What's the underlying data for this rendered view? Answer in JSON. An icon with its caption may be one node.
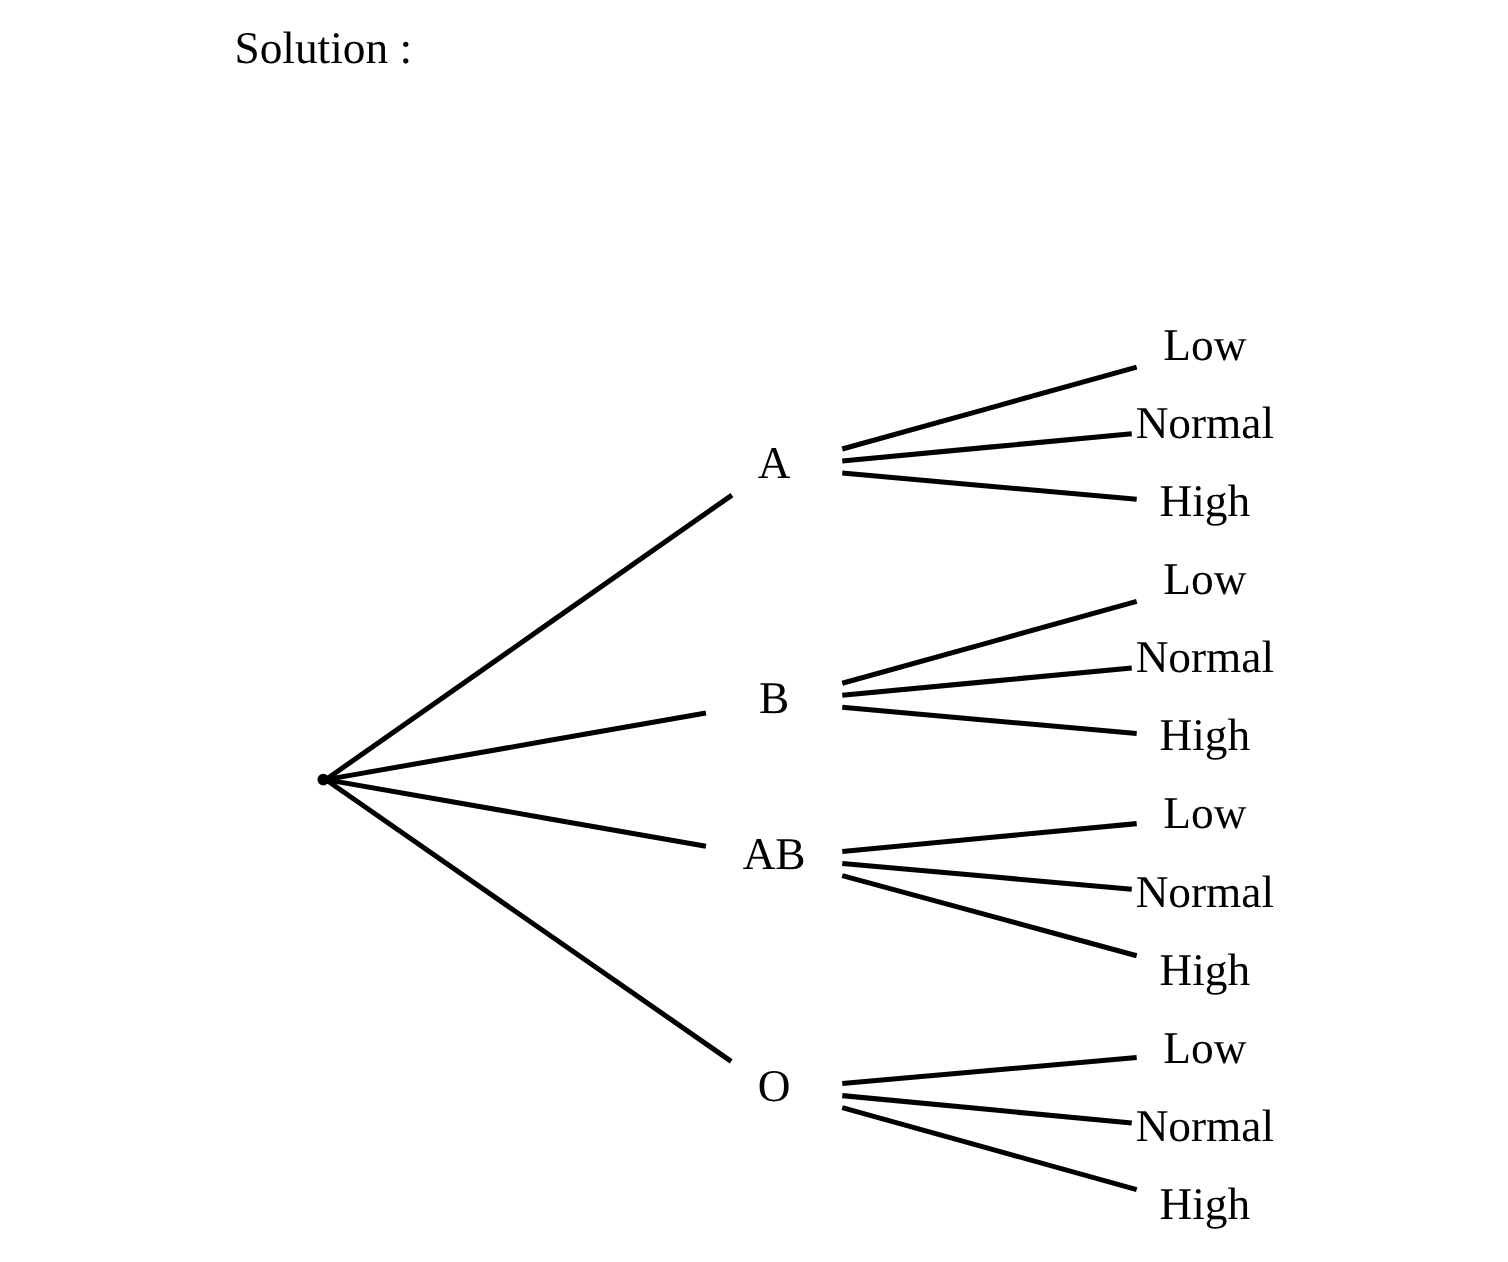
{
  "diagram": {
    "nodes": [
      {
        "text": [],
        "shape": "point"
      },
      {
        "text": [
          "A"
        ]
      },
      {
        "text": [
          "Low"
        ]
      },
      {
        "text": [
          "Normal"
        ]
      },
      {
        "text": [
          "High"
        ]
      },
      {
        "text": [
          "B"
        ]
      },
      {
        "text": [
          "Low"
        ]
      },
      {
        "text": [
          "Normal"
        ]
      },
      {
        "text": [
          "High"
        ]
      },
      {
        "text": [
          "AB"
        ]
      },
      {
        "text": [
          "Low"
        ]
      },
      {
        "text": [
          "Normal"
        ]
      },
      {
        "text": [
          "High"
        ]
      },
      {
        "text": [
          "O"
        ]
      },
      {
        "text": [
          "Low"
        ]
      },
      {
        "text": [
          "Normal"
        ]
      },
      {
        "text": [
          "High"
        ]
      }
    ],
    "edges": [
      {
        "from": 0,
        "to": 1,
        "arrow": "none"
      },
      {
        "from": 1,
        "to": 2,
        "arrow": "none"
      },
      {
        "from": 1,
        "to": 3,
        "arrow": "none"
      },
      {
        "from": 1,
        "to": 4,
        "arrow": "none"
      },
      {
        "from": 0,
        "to": 5,
        "arrow": "none"
      },
      {
        "from": 5,
        "to": 6,
        "arrow": "none"
      },
      {
        "from": 5,
        "to": 7,
        "arrow": "none"
      },
      {
        "from": 5,
        "to": 8,
        "arrow": "none"
      },
      {
        "from": 0,
        "to": 9,
        "arrow": "none"
      },
      {
        "from": 9,
        "to": 10,
        "arrow": "none"
      },
      {
        "from": 9,
        "to": 11,
        "arrow": "none"
      },
      {
        "from": 9,
        "to": 12,
        "arrow": "none"
      },
      {
        "from": 0,
        "to": 13,
        "arrow": "none"
      },
      {
        "from": 13,
        "to": 14,
        "arrow": "none"
      },
      {
        "from": 13,
        "to": 15,
        "arrow": "none"
      },
      {
        "from": 13,
        "to": 16,
        "arrow": "none"
      }
    ],
    "labels": [
      "Solution :"
    ]
  }
}
